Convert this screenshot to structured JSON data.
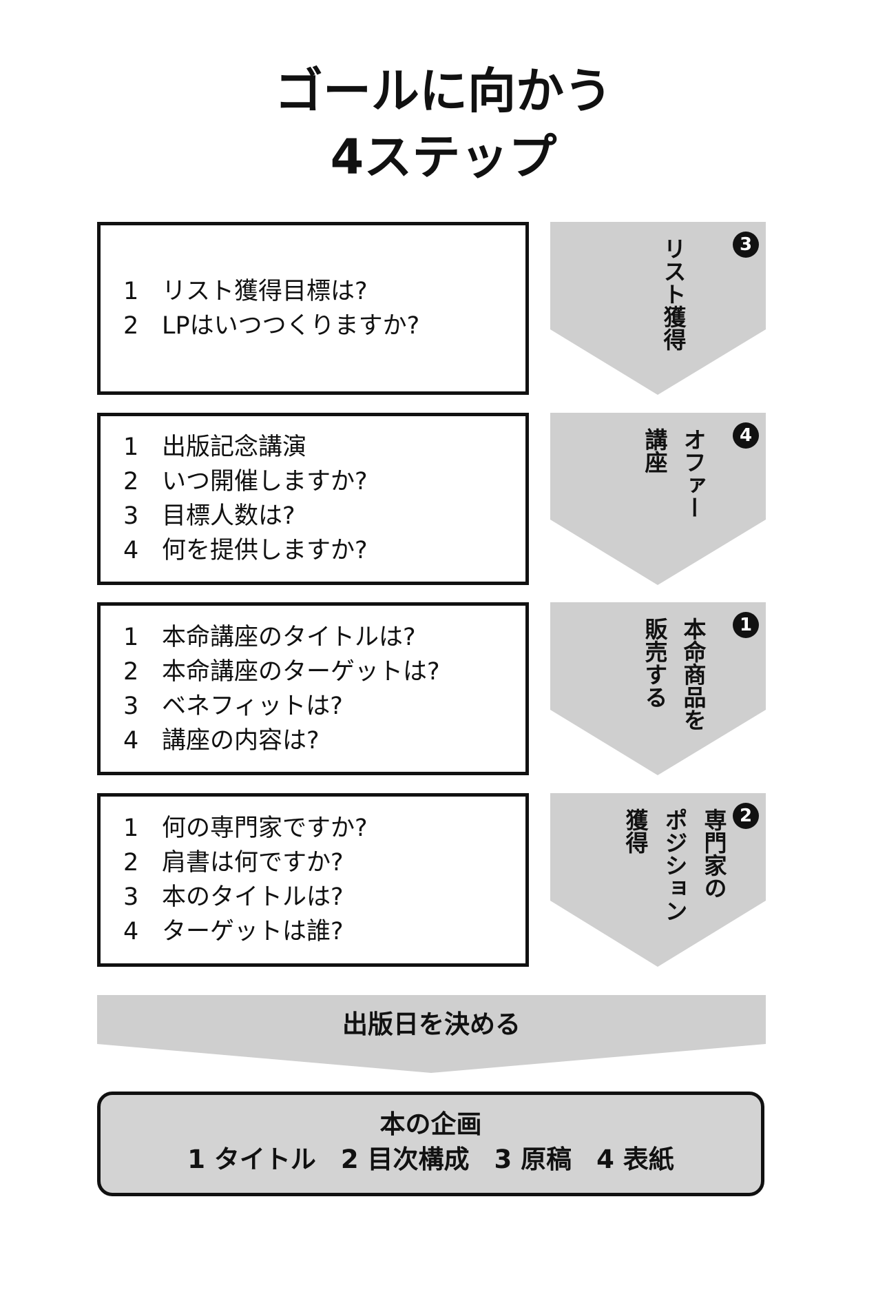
{
  "title": {
    "line1": "ゴールに向かう",
    "line2": "4ステップ"
  },
  "steps": [
    {
      "badge": "3",
      "label_columns": [
        "リスト獲得"
      ],
      "questions": [
        {
          "n": "1",
          "text": "リスト獲得目標は?"
        },
        {
          "n": "2",
          "text": "LPはいつつくりますか?"
        }
      ]
    },
    {
      "badge": "4",
      "label_columns": [
        "オファー",
        "講座"
      ],
      "questions": [
        {
          "n": "1",
          "text": "出版記念講演"
        },
        {
          "n": "2",
          "text": "いつ開催しますか?"
        },
        {
          "n": "3",
          "text": "目標人数は?"
        },
        {
          "n": "4",
          "text": "何を提供しますか?"
        }
      ]
    },
    {
      "badge": "1",
      "label_columns": [
        "本命商品を",
        "販売する"
      ],
      "questions": [
        {
          "n": "1",
          "text": "本命講座のタイトルは?"
        },
        {
          "n": "2",
          "text": "本命講座のターゲットは?"
        },
        {
          "n": "3",
          "text": "ベネフィットは?"
        },
        {
          "n": "4",
          "text": "講座の内容は?"
        }
      ]
    },
    {
      "badge": "2",
      "label_columns": [
        "専門家の",
        "ポジション",
        "獲得"
      ],
      "questions": [
        {
          "n": "1",
          "text": "何の専門家ですか?"
        },
        {
          "n": "2",
          "text": "肩書は何ですか?"
        },
        {
          "n": "3",
          "text": "本のタイトルは?"
        },
        {
          "n": "4",
          "text": "ターゲットは誰?"
        }
      ]
    }
  ],
  "banner": {
    "text": "出版日を決める"
  },
  "plan": {
    "title": "本の企画",
    "items": [
      "1 タイトル",
      "2 目次構成",
      "3 原稿",
      "4 表紙"
    ]
  },
  "colors": {
    "gray": "#cfcfcf",
    "ink": "#111111"
  }
}
